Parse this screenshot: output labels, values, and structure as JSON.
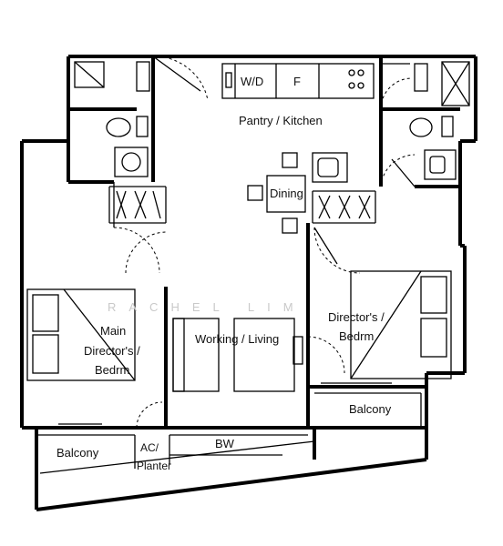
{
  "floor_plan": {
    "rooms": {
      "pantry_kitchen": "Pantry / Kitchen",
      "wd": "W/D",
      "fridge": "F",
      "dining": "Dining",
      "working_living": "Working / Living",
      "main_bedroom_line1": "Main",
      "main_bedroom_line2": "Director's /",
      "main_bedroom_line3": "Bedrm",
      "bedroom_line1": "Director's /",
      "bedroom_line2": "Bedrm",
      "balcony_right": "Balcony",
      "balcony_left": "Balcony",
      "ac_planter_line1": "AC/",
      "ac_planter_line2": "Planter",
      "bw": "BW"
    },
    "watermark": "RACHEL LIM"
  }
}
